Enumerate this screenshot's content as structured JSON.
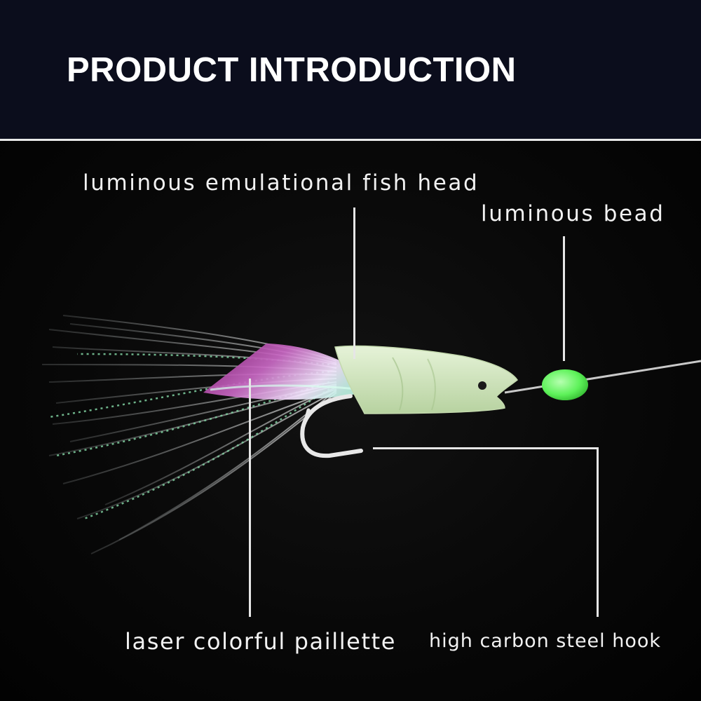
{
  "header": {
    "title": "PRODUCT INTRODUCTION"
  },
  "labels": {
    "fish_head": "luminous emulational fish head",
    "bead": "luminous bead",
    "paillette": "laser colorful paillette",
    "hook": "high carbon steel hook"
  },
  "colors": {
    "header_bg": "#0b0d1c",
    "bead_green": "#6dfa6a",
    "glow_head": "#d7ecc5"
  }
}
